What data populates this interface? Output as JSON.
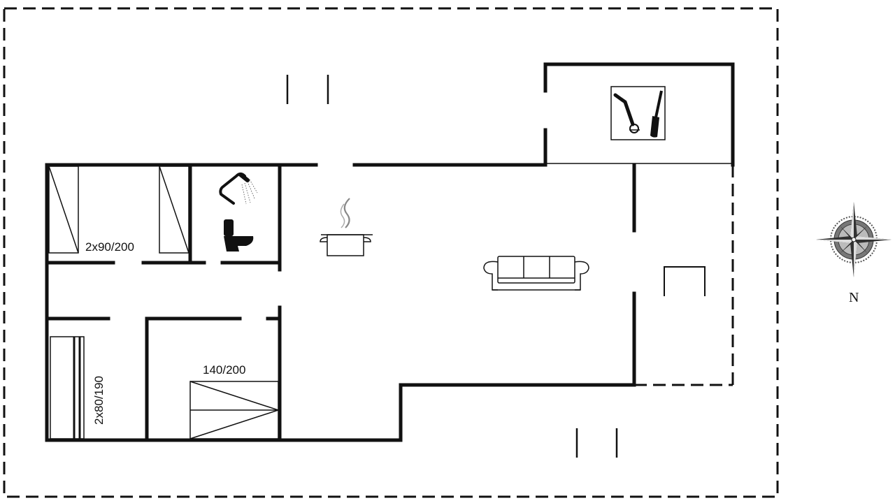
{
  "plan": {
    "beds": {
      "bed_a": "2x90/200",
      "bed_b": "2x80/190",
      "bed_c": "140/200"
    },
    "compass": {
      "north_label": "N"
    },
    "icons": [
      "shower-icon",
      "toilet-icon",
      "cooking-pot-icon",
      "sofa-icon",
      "utility-room-icon",
      "compass-rose-icon"
    ]
  }
}
